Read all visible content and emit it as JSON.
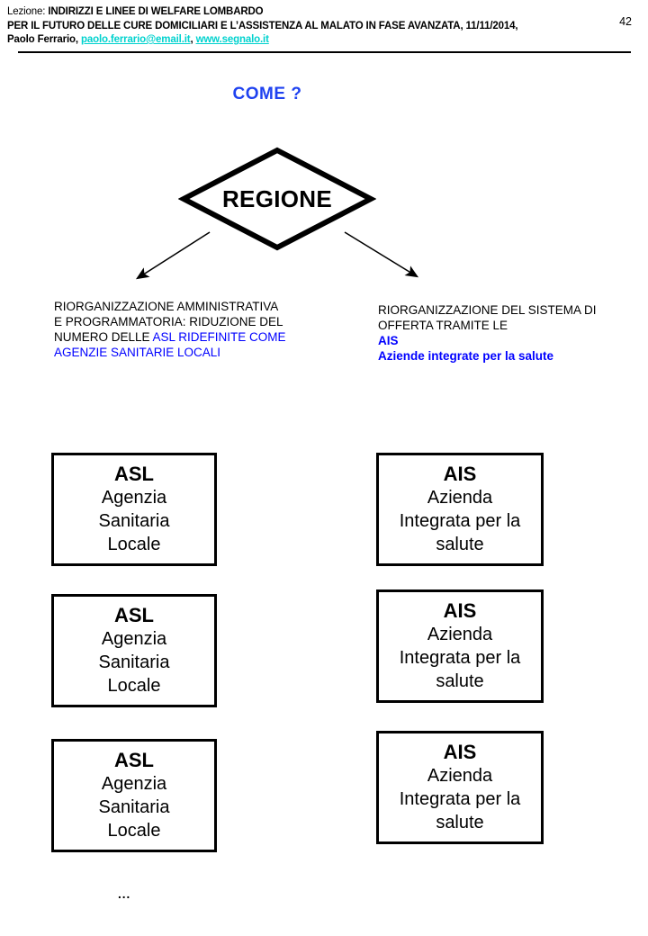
{
  "header": {
    "line1_prefix": "Lezione: ",
    "line1_bold": "INDIRIZZI E LINEE DI WELFARE LOMBARDO",
    "line2_bold": "PER IL FUTURO DELLE CURE DOMICILIARI E L’ASSISTENZA AL MALATO IN FASE AVANZATA, 11/11/2014,",
    "line3_author": "Paolo Ferrario,",
    "line3_email": "paolo.ferrario@email.it",
    "line3_separator": ",",
    "line3_website": "www.segnalo.it",
    "page_number": "42",
    "link_color": "#00D2CE"
  },
  "title": {
    "text": "COME ?",
    "color": "#1F42F0"
  },
  "diamond": {
    "label": "REGIONE"
  },
  "descriptions": {
    "left": {
      "black_part": "RIORGANIZZAZIONE AMMINISTRATIVA E PROGRAMMATORIA: RIDUZIONE DEL NUMERO DELLE ",
      "blue_part": "ASL RIDEFINITE COME AGENZIE SANITARIE LOCALI",
      "blue_color": "#0000FF"
    },
    "right": {
      "black_part": "RIORGANIZZAZIONE DEL SISTEMA DI OFFERTA TRAMITE LE",
      "blue_acronym": "AIS",
      "blue_expansion": "Aziende integrate per la salute",
      "blue_color": "#0000FF"
    }
  },
  "entities": {
    "asl": {
      "acronym": "ASL",
      "lines": [
        "Agenzia",
        "Sanitaria",
        "Locale"
      ],
      "count": 3
    },
    "ais": {
      "acronym": "AIS",
      "lines": [
        "Azienda",
        "Integrata per la",
        "salute"
      ],
      "count": 3
    }
  },
  "footer": {
    "ellipsis": "..."
  }
}
